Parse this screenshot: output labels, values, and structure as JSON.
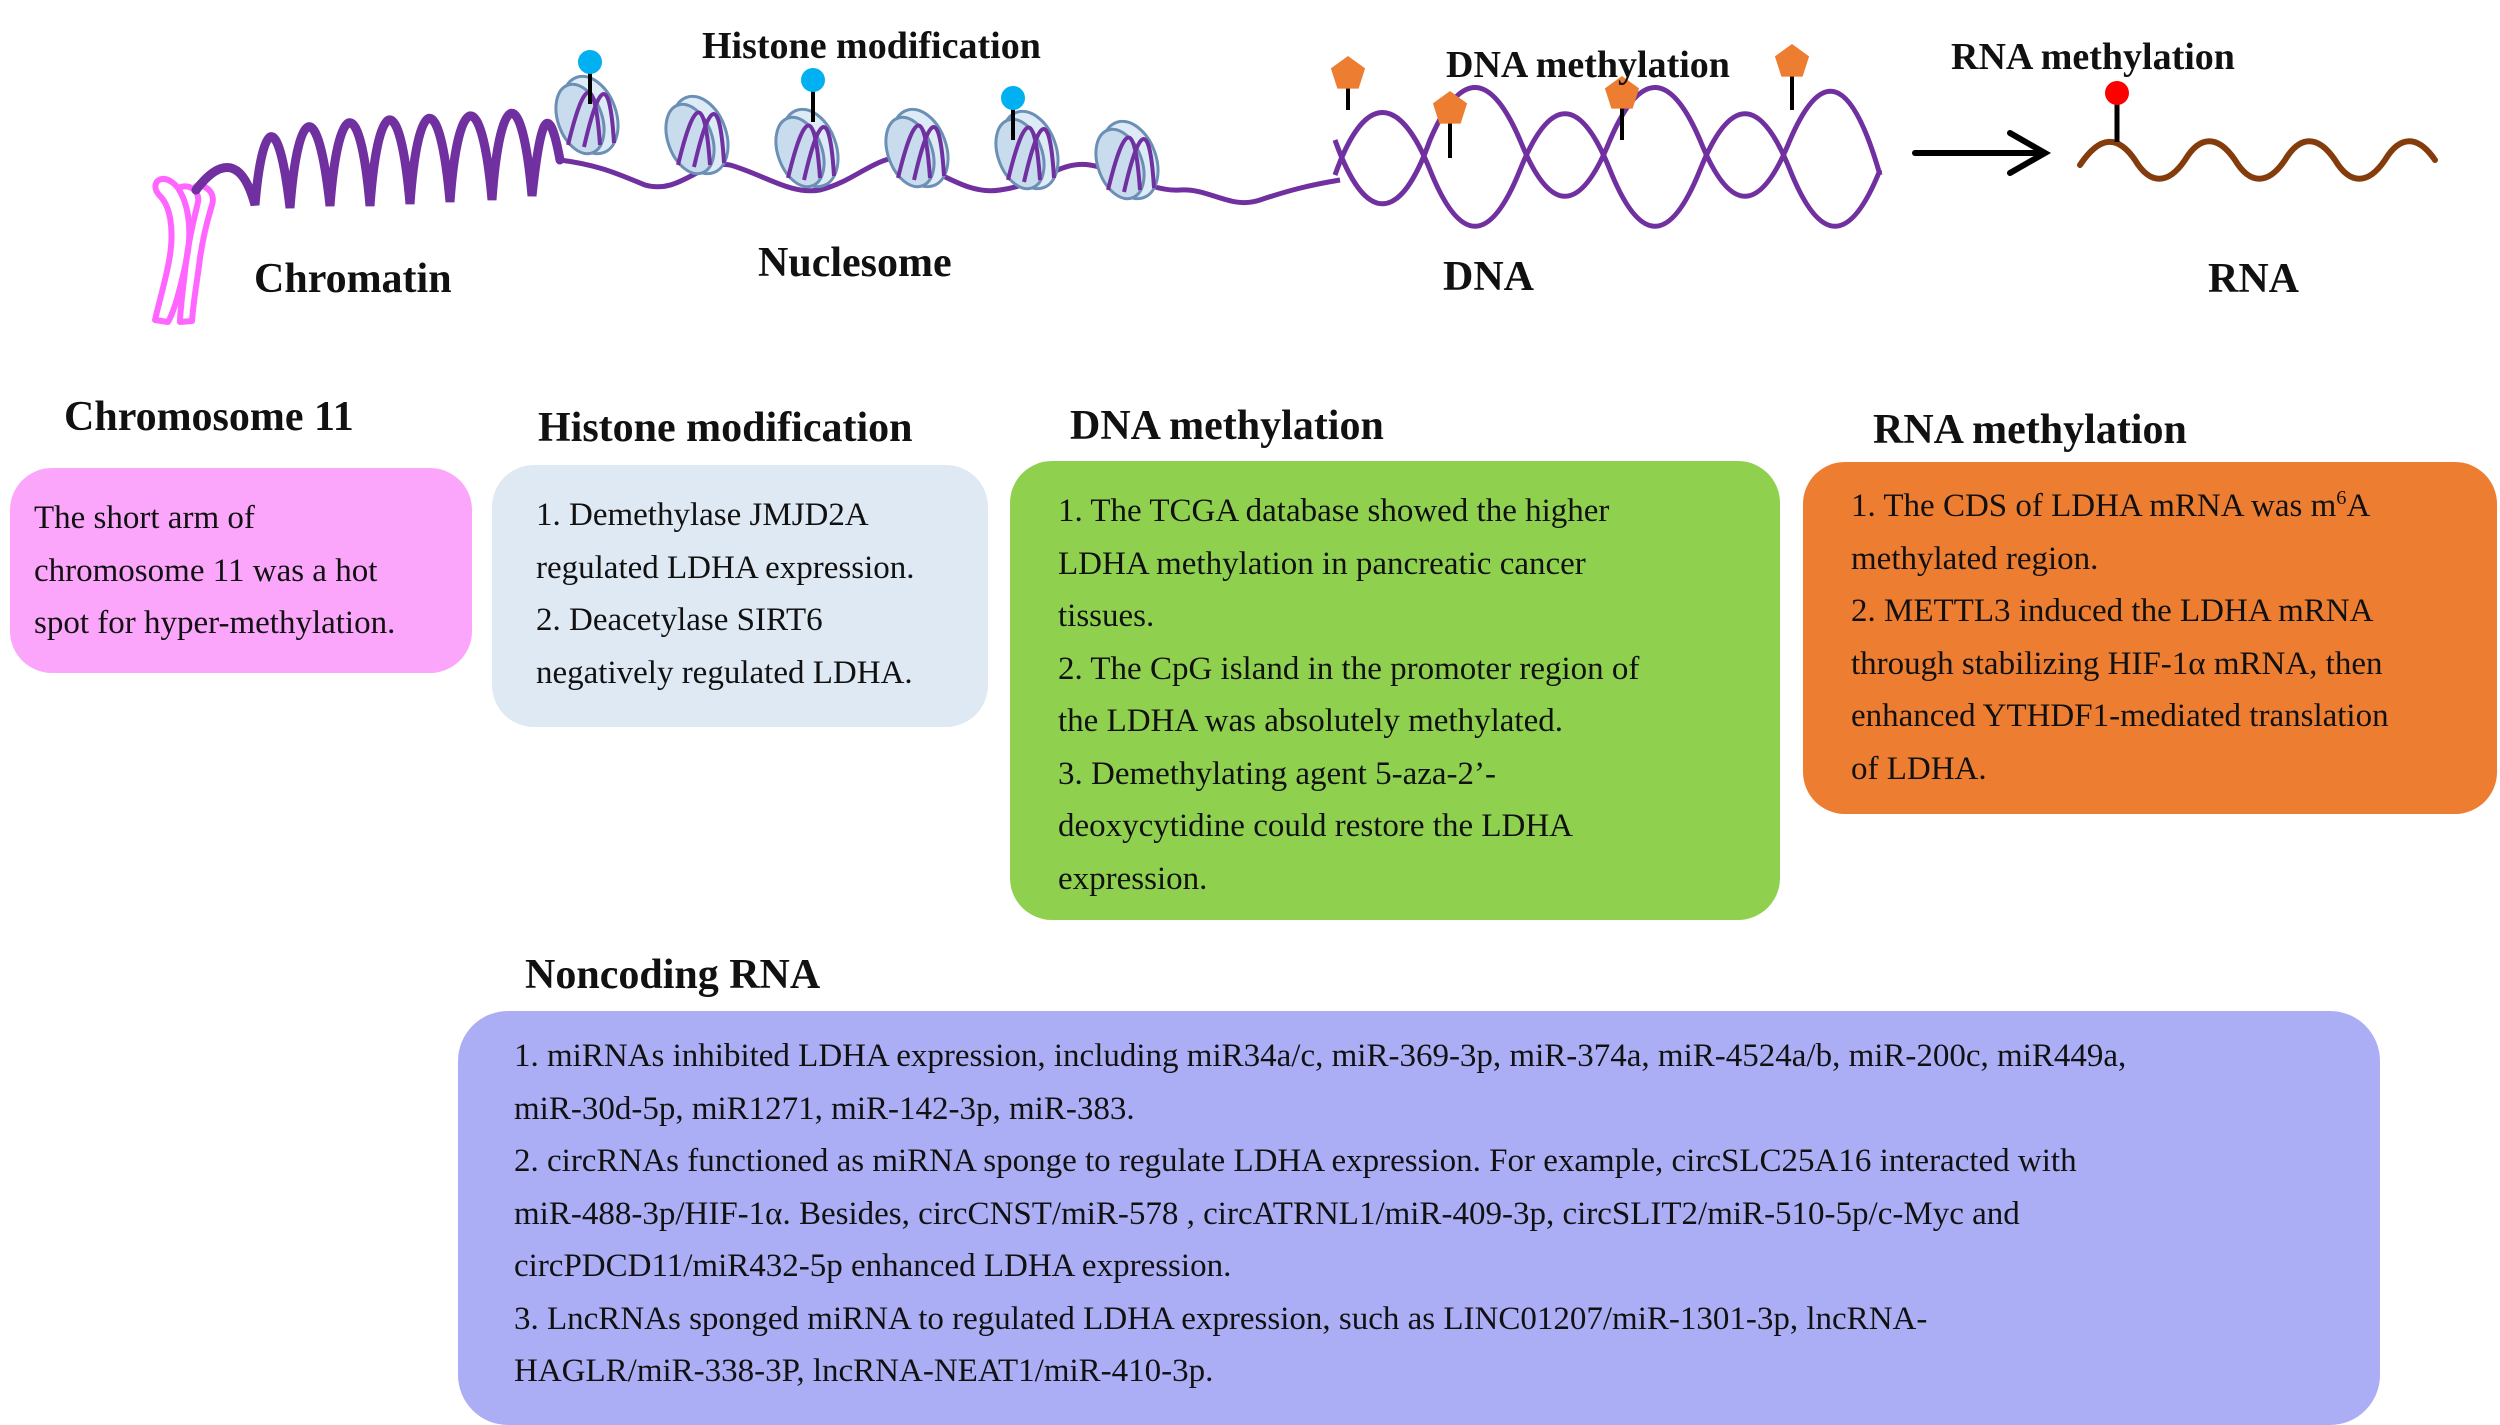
{
  "illustration": {
    "stages": {
      "chromatin": "Chromatin",
      "nucleosome": "Nuclesome",
      "dna": "DNA",
      "rna": "RNA"
    },
    "modifications": {
      "histone": "Histone modification",
      "dna": "DNA methylation",
      "rna": "RNA methylation"
    },
    "colors": {
      "chromosome": "#ff66ff",
      "chromatin_fiber": "#7030a0",
      "histone_mark": "#00b0f0",
      "dna_methyl_mark": "#ed7d31",
      "rna_strand": "#843c0c",
      "rna_methyl_mark": "#ff0000",
      "arrow": "#000000"
    }
  },
  "sections": {
    "chromosome": {
      "heading": "Chromosome 11",
      "color": "#fba6fb",
      "lines": [
        "The short arm of",
        "chromosome 11 was a hot",
        "spot for hyper-methylation."
      ]
    },
    "histone": {
      "heading": "Histone modification",
      "color": "#dfe9f4",
      "lines": [
        "1. Demethylase JMJD2A",
        "regulated LDHA expression.",
        "2. Deacetylase SIRT6",
        "negatively regulated LDHA."
      ]
    },
    "dna": {
      "heading": "DNA methylation",
      "color": "#8fd14f",
      "lines": [
        "1. The TCGA database showed the higher",
        "LDHA methylation in pancreatic cancer",
        "tissues.",
        "2. The CpG island in the promoter region of",
        "the LDHA  was absolutely methylated.",
        "3. Demethylating agent 5-aza-2’-",
        "deoxycytidine could restore the LDHA",
        "expression."
      ]
    },
    "rna": {
      "heading": "RNA methylation",
      "color": "#ed7d31",
      "line1_prefix": "1. The CDS of LDHA mRNA was m",
      "line1_sup": "6",
      "line1_suffix": "A",
      "lines": [
        "methylated region.",
        "2. METTL3 induced the LDHA mRNA",
        "through stabilizing HIF-1α mRNA, then",
        "enhanced YTHDF1-mediated translation",
        "of LDHA."
      ]
    },
    "ncrna": {
      "heading": "Noncoding RNA",
      "color": "#acaef5",
      "lines": [
        "1. miRNAs inhibited LDHA expression, including miR34a/c, miR-369-3p, miR-374a, miR-4524a/b, miR-200c, miR449a,",
        "miR-30d-5p, miR1271, miR-142-3p, miR-383.",
        "2. circRNAs functioned as miRNA sponge to regulate LDHA expression. For example, circSLC25A16 interacted with",
        "miR-488-3p/HIF-1α. Besides, circCNST/miR-578 , circATRNL1/miR-409-3p, circSLIT2/miR-510-5p/c-Myc and",
        "circPDCD11/miR432-5p enhanced LDHA expression.",
        "3. LncRNAs sponged miRNA to regulated LDHA expression, such as LINC01207/miR-1301-3p, lncRNA-",
        "HAGLR/miR-338-3P, lncRNA-NEAT1/miR-410-3p."
      ]
    }
  }
}
